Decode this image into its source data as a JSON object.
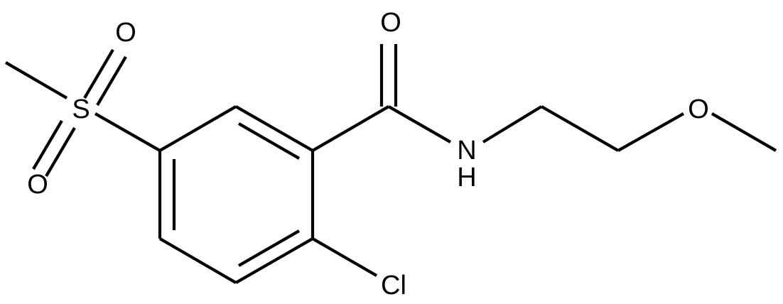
{
  "molecule": {
    "atoms": {
      "carbonyl_oxygen": "O",
      "amide_nitrogen": "N",
      "amide_hydrogen": "H",
      "ether_oxygen": "O",
      "sulfur": "S",
      "sulfonyl_oxygen_top": "O",
      "sulfonyl_oxygen_bottom": "O",
      "chlorine": "Cl"
    }
  }
}
